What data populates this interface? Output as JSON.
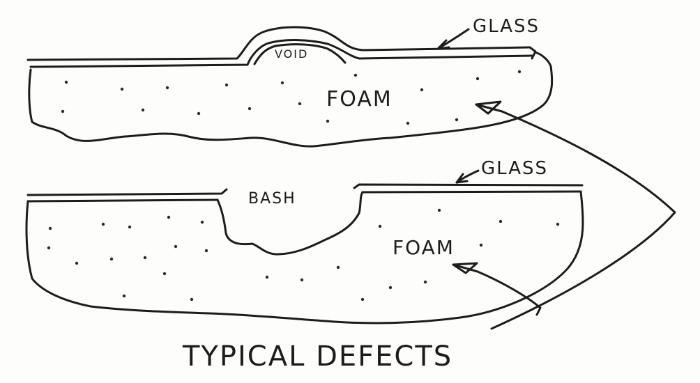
{
  "diagram": {
    "labels": {
      "glass_top": "GLASS",
      "void": "VOID",
      "foam_top": "FOAM",
      "glass_bottom": "GLASS",
      "bash": "BASH",
      "foam_bottom": "FOAM",
      "caption": "TYPICAL DEFECTS"
    },
    "colors": {
      "ink": "#1c1c1c",
      "paper": "#fdfdfc"
    }
  }
}
